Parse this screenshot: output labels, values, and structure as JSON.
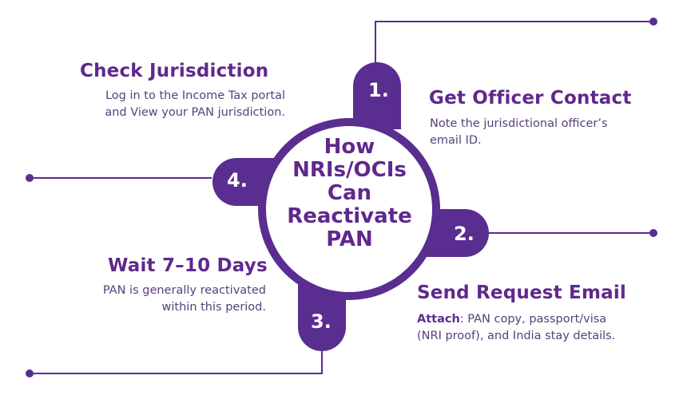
{
  "center": {
    "lines": [
      "How",
      "NRIs/OCIs",
      "Can",
      "Reactivate",
      "PAN"
    ]
  },
  "steps": [
    {
      "number": "1.",
      "title": "Get Officer Contact",
      "desc_lines": [
        "Note the jurisdictional officer’s",
        "email ID."
      ]
    },
    {
      "number": "2.",
      "title": "Send Request Email",
      "desc_bold": "Attach",
      "desc_lines": [
        ": PAN copy, passport/visa",
        "(NRI proof), and India stay details."
      ]
    },
    {
      "number": "3.",
      "title": "Wait 7–10 Days",
      "desc_lines": [
        "PAN is generally reactivated",
        "within this period."
      ]
    },
    {
      "number": "4.",
      "title": "Check Jurisdiction",
      "desc_lines": [
        "Log in to the Income Tax portal",
        "and View your PAN jurisdiction."
      ]
    }
  ],
  "colors": {
    "primary": "#5a2d91",
    "accent": "#60288d",
    "text": "#57407a",
    "background": "#ffffff"
  }
}
